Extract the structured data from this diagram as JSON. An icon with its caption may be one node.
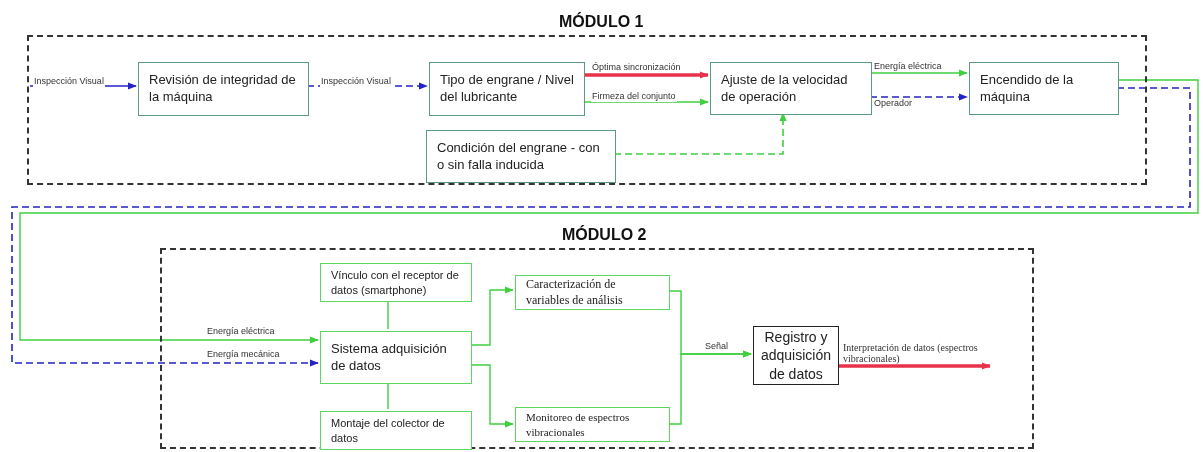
{
  "diagram": {
    "nodes": [
      {
        "text": [
          "MÓDULO 1"
        ]
      },
      {
        "text": [
          "Revisión de integridad de la máquina"
        ],
        "in": 0
      },
      {
        "text": [
          "Tipo de engrane / Nivel del lubricante"
        ],
        "in": 0
      },
      {
        "text": [
          "Ajuste de la velocidad de operación"
        ],
        "in": 0
      },
      {
        "text": [
          "Encendido de la máquina"
        ],
        "in": 0
      },
      {
        "text": [
          "Condición del engrane - con o sin falla inducida"
        ],
        "in": 0
      },
      {
        "text": [
          "MÓDULO 2"
        ]
      },
      {
        "text": [
          "Vínculo con el receptor de datos (smartphone)"
        ],
        "in": 6
      },
      {
        "text": [
          "Sistema adquisición de datos"
        ],
        "in": 6
      },
      {
        "text": [
          "Montaje del colector de datos"
        ],
        "in": 6
      },
      {
        "text": [
          "Caracterización de variables de análisis"
        ],
        "in": 6
      },
      {
        "text": [
          "Monitoreo de espectros vibracionales"
        ],
        "in": 6
      },
      {
        "text": [
          "Registro y adquisición de datos"
        ],
        "in": 6
      }
    ],
    "edges": [
      {
        "from": null,
        "to": 1,
        "arrow": "to",
        "label": "Inspección Visual",
        "color": "#2323c8"
      },
      {
        "from": 1,
        "to": 2,
        "arrow": "to",
        "label": "Inspección Visual",
        "style": "dashed",
        "color": "#2323c8"
      },
      {
        "from": 2,
        "to": 3,
        "arrow": "to",
        "label": "Óptima sincronización",
        "style": "thick",
        "color": "#e8324a"
      },
      {
        "from": 2,
        "to": 3,
        "arrow": "to",
        "label": "Firmeza del conjunto"
      },
      {
        "from": 5,
        "to": 3,
        "arrow": "to",
        "style": "dashed"
      },
      {
        "from": 3,
        "to": 4,
        "arrow": "to",
        "label": "Energía eléctrica"
      },
      {
        "from": 3,
        "to": 4,
        "arrow": "to",
        "label": "Operador",
        "style": "dashed",
        "color": "#2323c8"
      },
      {
        "from": 4,
        "to": 8,
        "arrow": "to",
        "label": "Energía eléctrica"
      },
      {
        "from": 4,
        "to": 8,
        "arrow": "to",
        "label": "Energía mecánica",
        "style": "dashed",
        "color": "#2323c8"
      },
      {
        "from": 7,
        "to": 8,
        "arrow": "none"
      },
      {
        "from": 9,
        "to": 8,
        "arrow": "none"
      },
      {
        "from": 8,
        "to": 10,
        "arrow": "to"
      },
      {
        "from": 8,
        "to": 11,
        "arrow": "to"
      },
      {
        "from": 10,
        "to": 12,
        "arrow": "to",
        "label": "Señal"
      },
      {
        "from": 11,
        "to": 12,
        "arrow": "to"
      },
      {
        "from": 12,
        "to": null,
        "arrow": "to",
        "label": "Interpretación de datos (espectros vibracionales)",
        "style": "thick",
        "color": "#e8324a"
      }
    ]
  }
}
